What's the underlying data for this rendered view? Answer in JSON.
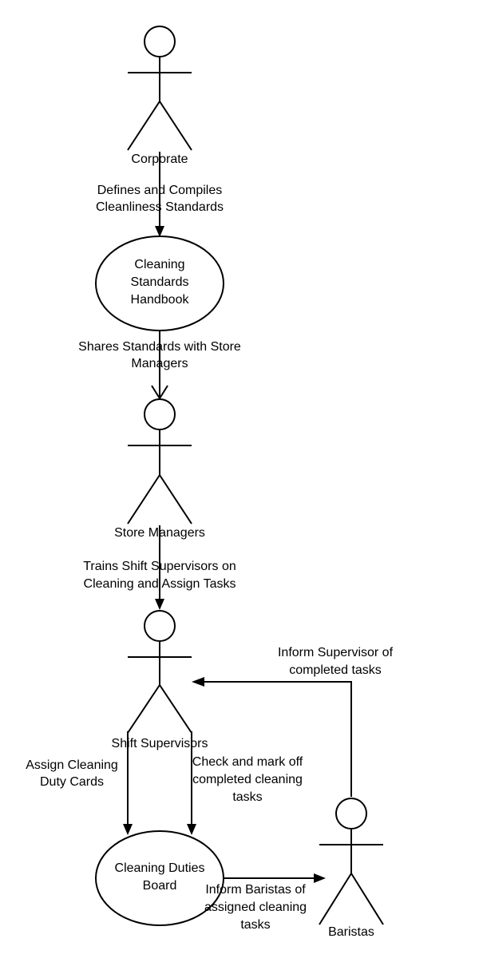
{
  "actors": {
    "corporate": "Corporate",
    "store_managers": "Store Managers",
    "shift_supervisors": "Shift Supervisors",
    "baristas": "Baristas"
  },
  "nodes": {
    "handbook": [
      "Cleaning",
      "Standards",
      "Handbook"
    ],
    "duties_board": [
      "Cleaning Duties",
      "Board"
    ]
  },
  "edges": {
    "defines": [
      "Defines and Compiles",
      "Cleanliness Standards"
    ],
    "shares": [
      "Shares Standards with Store",
      "Managers"
    ],
    "trains": [
      "Trains Shift Supervisors on",
      "Cleaning and Assign Tasks"
    ],
    "inform_supervisor": [
      "Inform Supervisor of",
      "completed tasks"
    ],
    "assign_cards": [
      "Assign Cleaning",
      "Duty Cards"
    ],
    "check_mark": [
      "Check and mark off",
      "completed cleaning",
      "tasks"
    ],
    "inform_baristas": [
      "Inform Baristas of",
      "assigned cleaning",
      "tasks"
    ]
  }
}
